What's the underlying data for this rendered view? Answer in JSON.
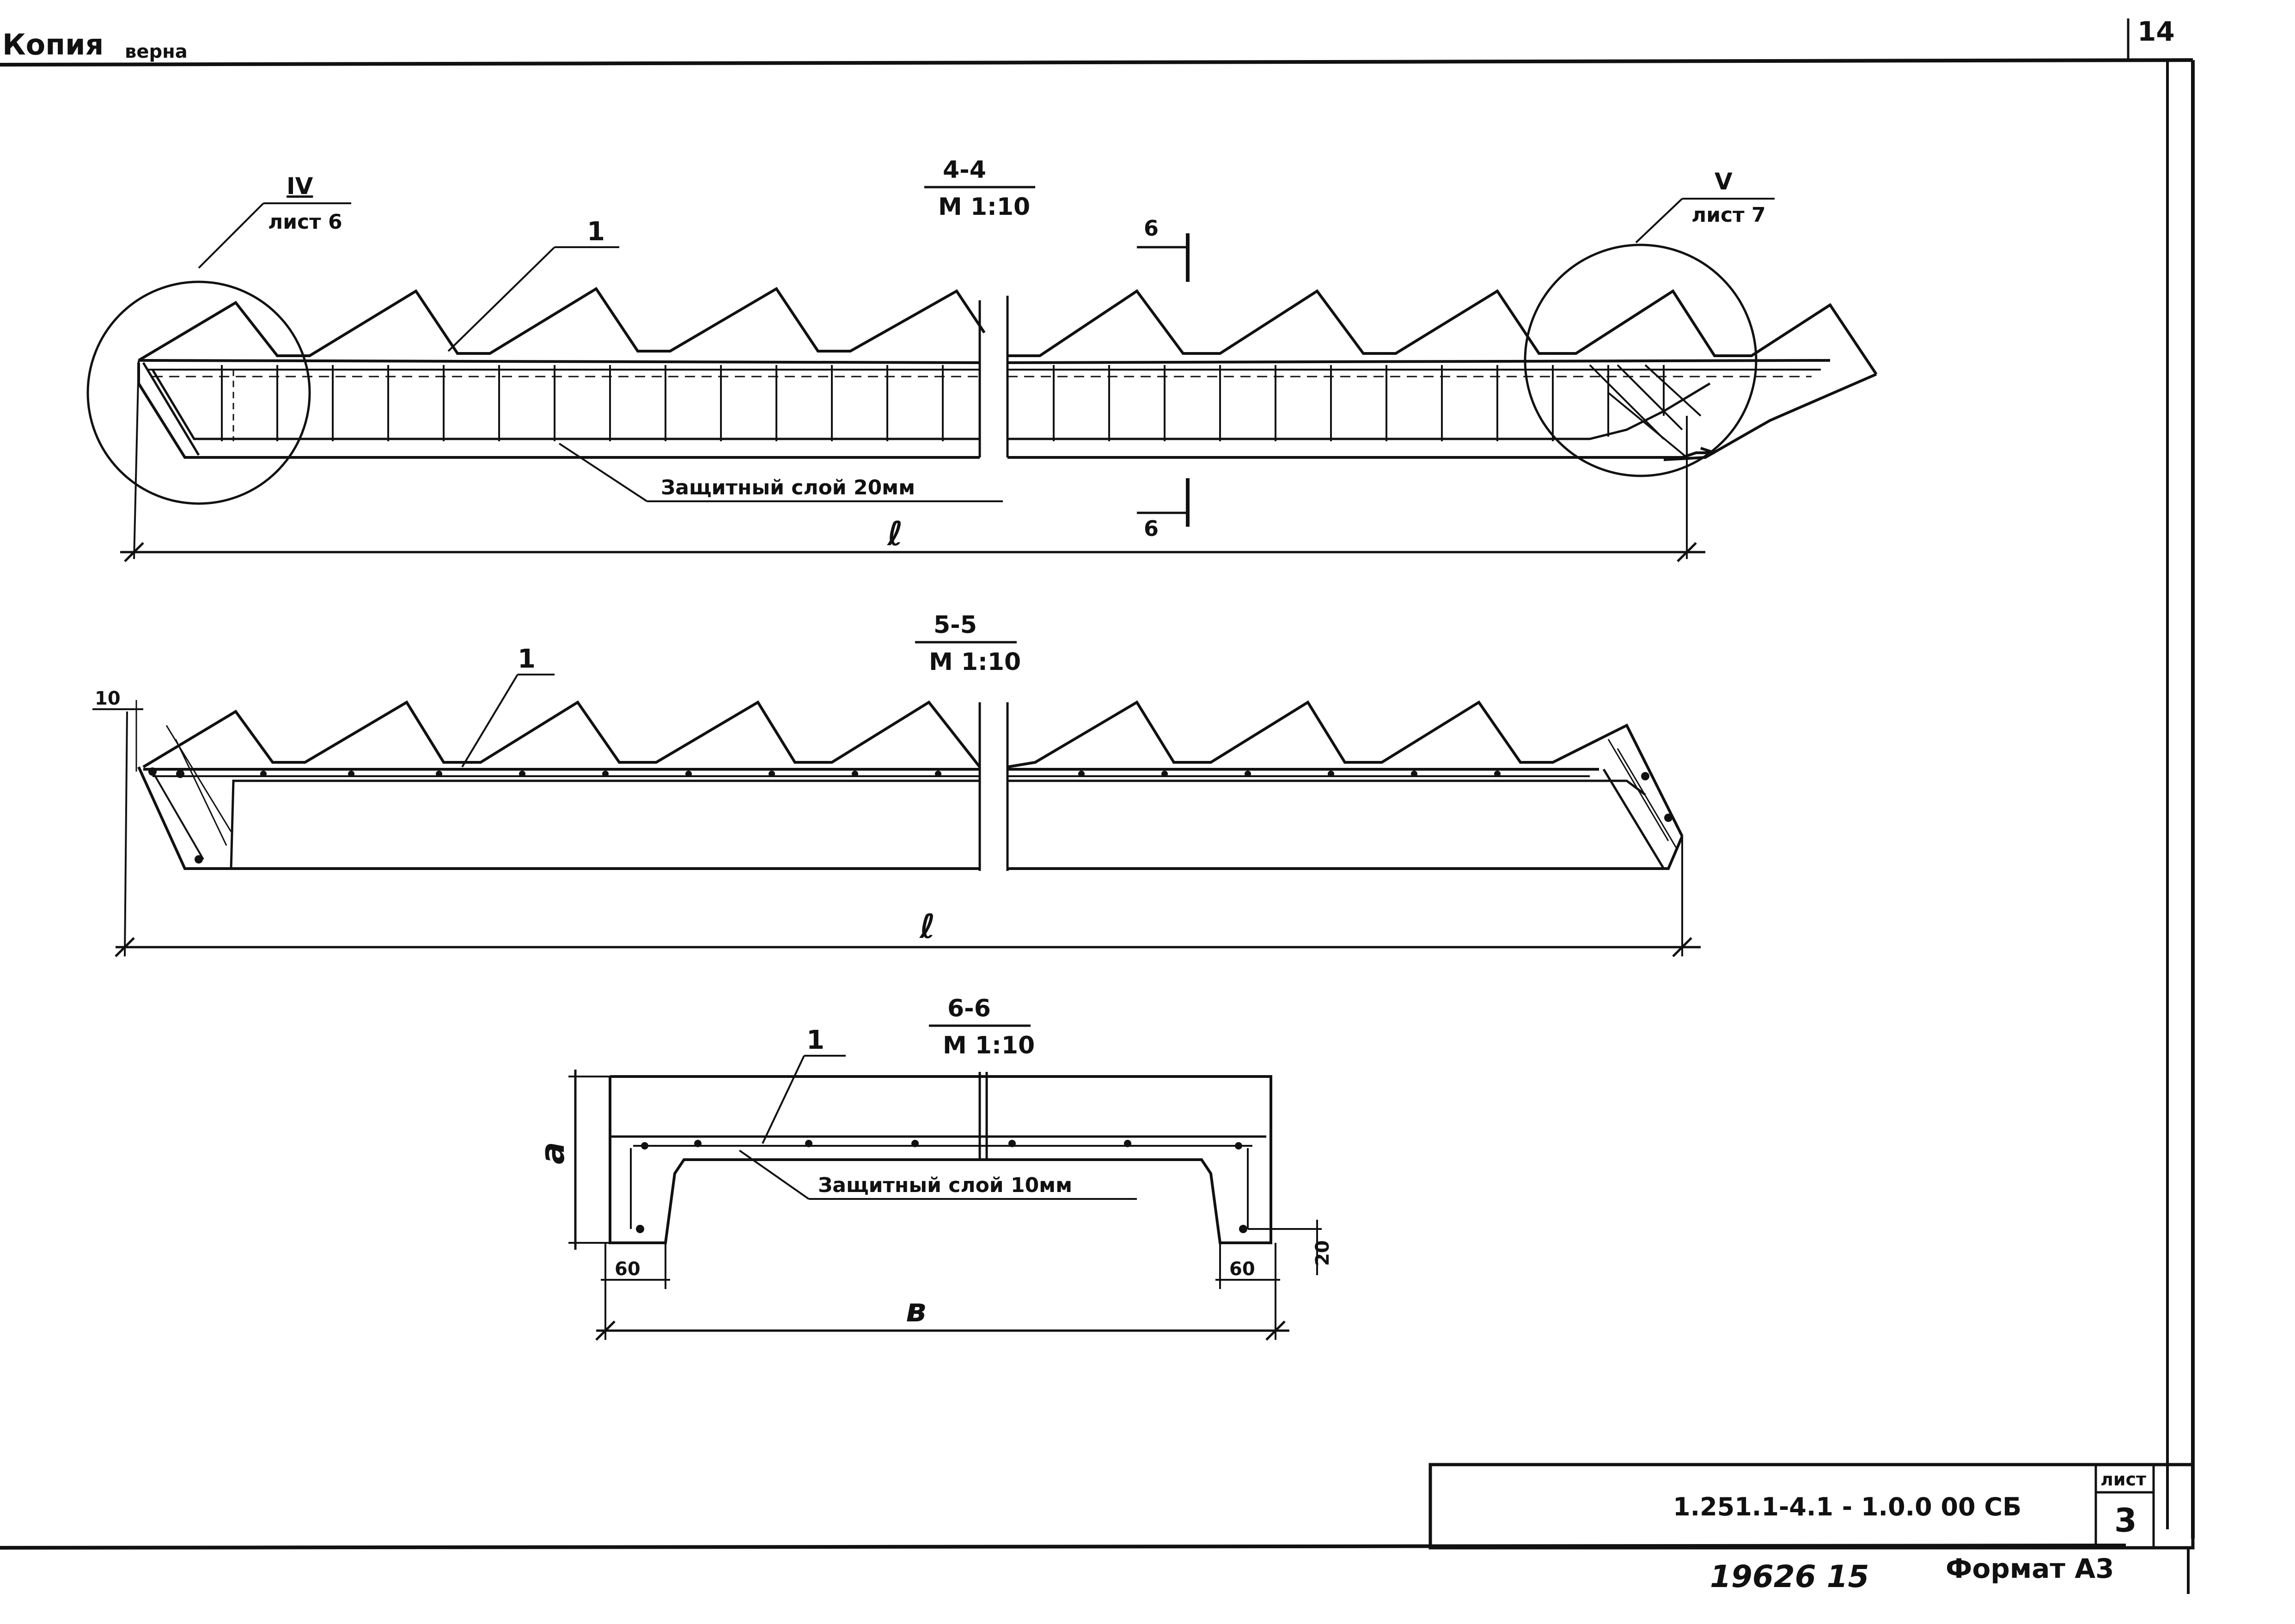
{
  "header": {
    "copy_label": "Копия",
    "verified_label": "верна",
    "corner_page_number": "14"
  },
  "views": {
    "section_4_4": {
      "number": "4-4",
      "scale": "М 1:10",
      "callout_left": {
        "detail": "IV",
        "sheet": "лист 6"
      },
      "callout_right": {
        "detail": "V",
        "sheet": "лист 7"
      },
      "position_label": "1",
      "cover_note": "Защитный слой 20мм",
      "length_label": "ℓ",
      "cut_mark": "6"
    },
    "section_5_5": {
      "number": "5-5",
      "scale": "М 1:10",
      "position_label": "1",
      "offset_dim": "10",
      "length_label": "ℓ"
    },
    "section_6_6": {
      "number": "6-6",
      "scale": "М 1:10",
      "position_label": "1",
      "cover_note": "Защитный слой 10мм",
      "height_label": "a",
      "width_label": "в",
      "dim_left": "60",
      "dim_right": "60",
      "dim_bottom": "20"
    }
  },
  "title_block": {
    "designation": "1.251.1-4.1 - 1.0.0 00 СБ",
    "sheet_label": "лист",
    "sheet_number": "3"
  },
  "footer": {
    "inventory_number": "19626 15",
    "format_label": "Формат А3"
  }
}
